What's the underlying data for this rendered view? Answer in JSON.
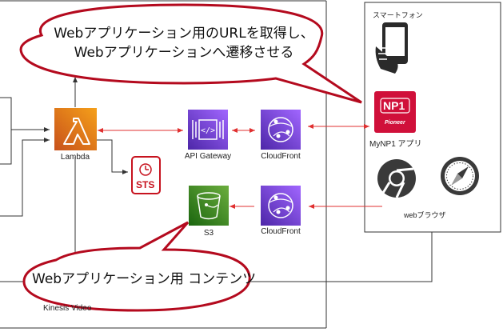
{
  "bubbles": {
    "top_line1": "Webアプリケーション用のURLを取得し、",
    "top_line2": "Webアプリケーションへ遷移させる",
    "bottom": "Webアプリケーション用 コンテンツ"
  },
  "services": {
    "lambda": "Lambda",
    "api_gateway": "API Gateway",
    "cloudfront_top": "CloudFront",
    "cloudfront_bottom": "CloudFront",
    "s3": "S3",
    "sts": "STS",
    "kinesis_partial": "Kinesis Video"
  },
  "devices": {
    "smartphone": "スマートフォン",
    "mynp1_app": "MyNP1 アプリ",
    "web_browser": "webブラウザ",
    "np1_logo": "NP1",
    "pioneer_logo": "Pioneer"
  },
  "colors": {
    "lambda_orange": "#e8760f",
    "api_purple": "#8a48e0",
    "s3_green": "#43a526",
    "sts_red": "#c7131f",
    "np1_red": "#d0103a",
    "arrow_red": "#e03030"
  }
}
